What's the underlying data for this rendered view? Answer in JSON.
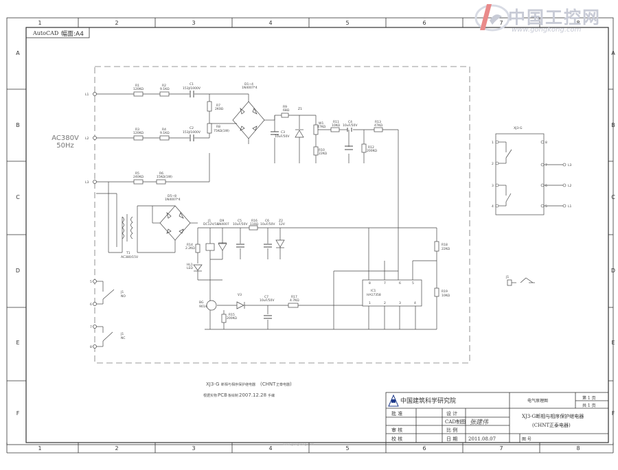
{
  "watermark": {
    "site_cn": "中国工控网",
    "site_url": "www.gongkong.com",
    "bottom_url": "www.gongkong.com"
  },
  "frame": {
    "col_labels": [
      "1",
      "2",
      "3",
      "4",
      "5",
      "6",
      "7",
      "8"
    ],
    "row_labels": [
      "A",
      "B",
      "C",
      "D",
      "E",
      "F"
    ],
    "autocad": "AutoCAD",
    "paper": "幅面:A4"
  },
  "source": {
    "voltage": "AC380V",
    "freq": "50Hz"
  },
  "labels": {
    "l1": "L1",
    "l2": "L2",
    "l3": "L3",
    "r1": "R1",
    "r1v": "120KΩ",
    "r2": "R2",
    "r2v": "9.1KΩ",
    "c1": "C1",
    "c1v": "153J/1000V",
    "r3": "R3",
    "r3v": "120KΩ",
    "r4": "R4",
    "r4v": "9.1KΩ",
    "c2": "C2",
    "c2v": "153J/1000V",
    "r5": "R5",
    "r5v": "240KΩ",
    "r6": "R6",
    "r6v": "15KΩ(1W)",
    "r7": "R7",
    "r7v": "2K0Ω",
    "r8": "R8",
    "r8v": "75KΩ(1W)",
    "d14": "D1~4",
    "d14v": "1N4007*4",
    "r9": "R9",
    "r9v": "68Ω",
    "z1": "Z1",
    "c3": "C3",
    "c3v": "10uF/50V",
    "w1": "W1",
    "w1v": "47KΩ",
    "r10": "R10",
    "r10v": "22KΩ",
    "r11": "R11",
    "r11v": "10KΩ",
    "c4": "C4",
    "c4v": "10uF/50V",
    "r12": "R12",
    "r12v": "200KΩ",
    "r13": "R13",
    "r13v": "47KΩ",
    "d58": "D5~8",
    "d58v": "1N4007*4",
    "t1": "T1",
    "t1v": "AC380/15V",
    "j1": "J1",
    "j1v": "DC12V/1A",
    "d9": "D9",
    "d9v": "1N4007",
    "c5": "C5",
    "c5v": "10uF/50V",
    "r16": "R16",
    "r16v": "110Ω",
    "c6": "C6",
    "c6v": "10uF/50V",
    "z2": "Z2",
    "z2v": "12V",
    "r14": "R14",
    "r14v": "2.2KΩ",
    "hl1": "HL1",
    "hl1v": "LED",
    "bg": "BG",
    "bgv": "9014",
    "r15": "R15",
    "r15v": "200KΩ",
    "c7": "C7",
    "c7v": "10uF/50V",
    "r17": "R17",
    "r17v": "4.7KΩ",
    "v3": "V3",
    "ic1": "IC1",
    "ic1v": "HA17358",
    "r18": "R18",
    "r18v": "22KΩ",
    "r19": "R19",
    "r19v": "10KΩ",
    "p8": "8",
    "p7": "7",
    "p6": "6",
    "p5": "5",
    "p1": "1",
    "p2": "2",
    "p3": "3",
    "p4": "4",
    "jno": "J1",
    "no": "NO",
    "jnc": "J1",
    "nc": "NC",
    "x1": "1",
    "x2": "2",
    "x3": "3",
    "x4": "4",
    "x5": "5",
    "x6": "6",
    "x7": "7",
    "x8": "8"
  },
  "side_diagram": {
    "title": "XJ3-G",
    "pins_left": [
      "1",
      "2",
      "3",
      "4"
    ],
    "pins_right": [
      "8",
      "7",
      "6",
      "5"
    ],
    "outputs": [
      "L3",
      "L2",
      "L1"
    ]
  },
  "coil_label": "J1",
  "caption": {
    "line1_a": "XJ3-G",
    "line1_b": "断相与相序保护继电器",
    "line1_c": "(CHNT",
    "line1_d": "正泰电器",
    "line1_e": ")",
    "line2_a": "根据实物",
    "line2_b": "PCB",
    "line2_c": "板绘制",
    "line2_d": "2007.12.28",
    "line2_e": "手编"
  },
  "title_block": {
    "org": "中国建筑科学研究院",
    "drawing_type": "电气原理图",
    "sheet_no": "第 1 页",
    "sheet_total": "共 1 页",
    "title_line1": "XJ3-G断相与相序保护继电器",
    "title_line2": "(CHNT正泰电器)",
    "design": "设 计",
    "cad": "CAD制图",
    "scale": "比 例",
    "date_label": "日 期",
    "date": "2011.08.07",
    "drawing_no": "图 号",
    "approve": "批 准",
    "review": "审 核",
    "check": "校 核",
    "signature": "张建伟"
  }
}
